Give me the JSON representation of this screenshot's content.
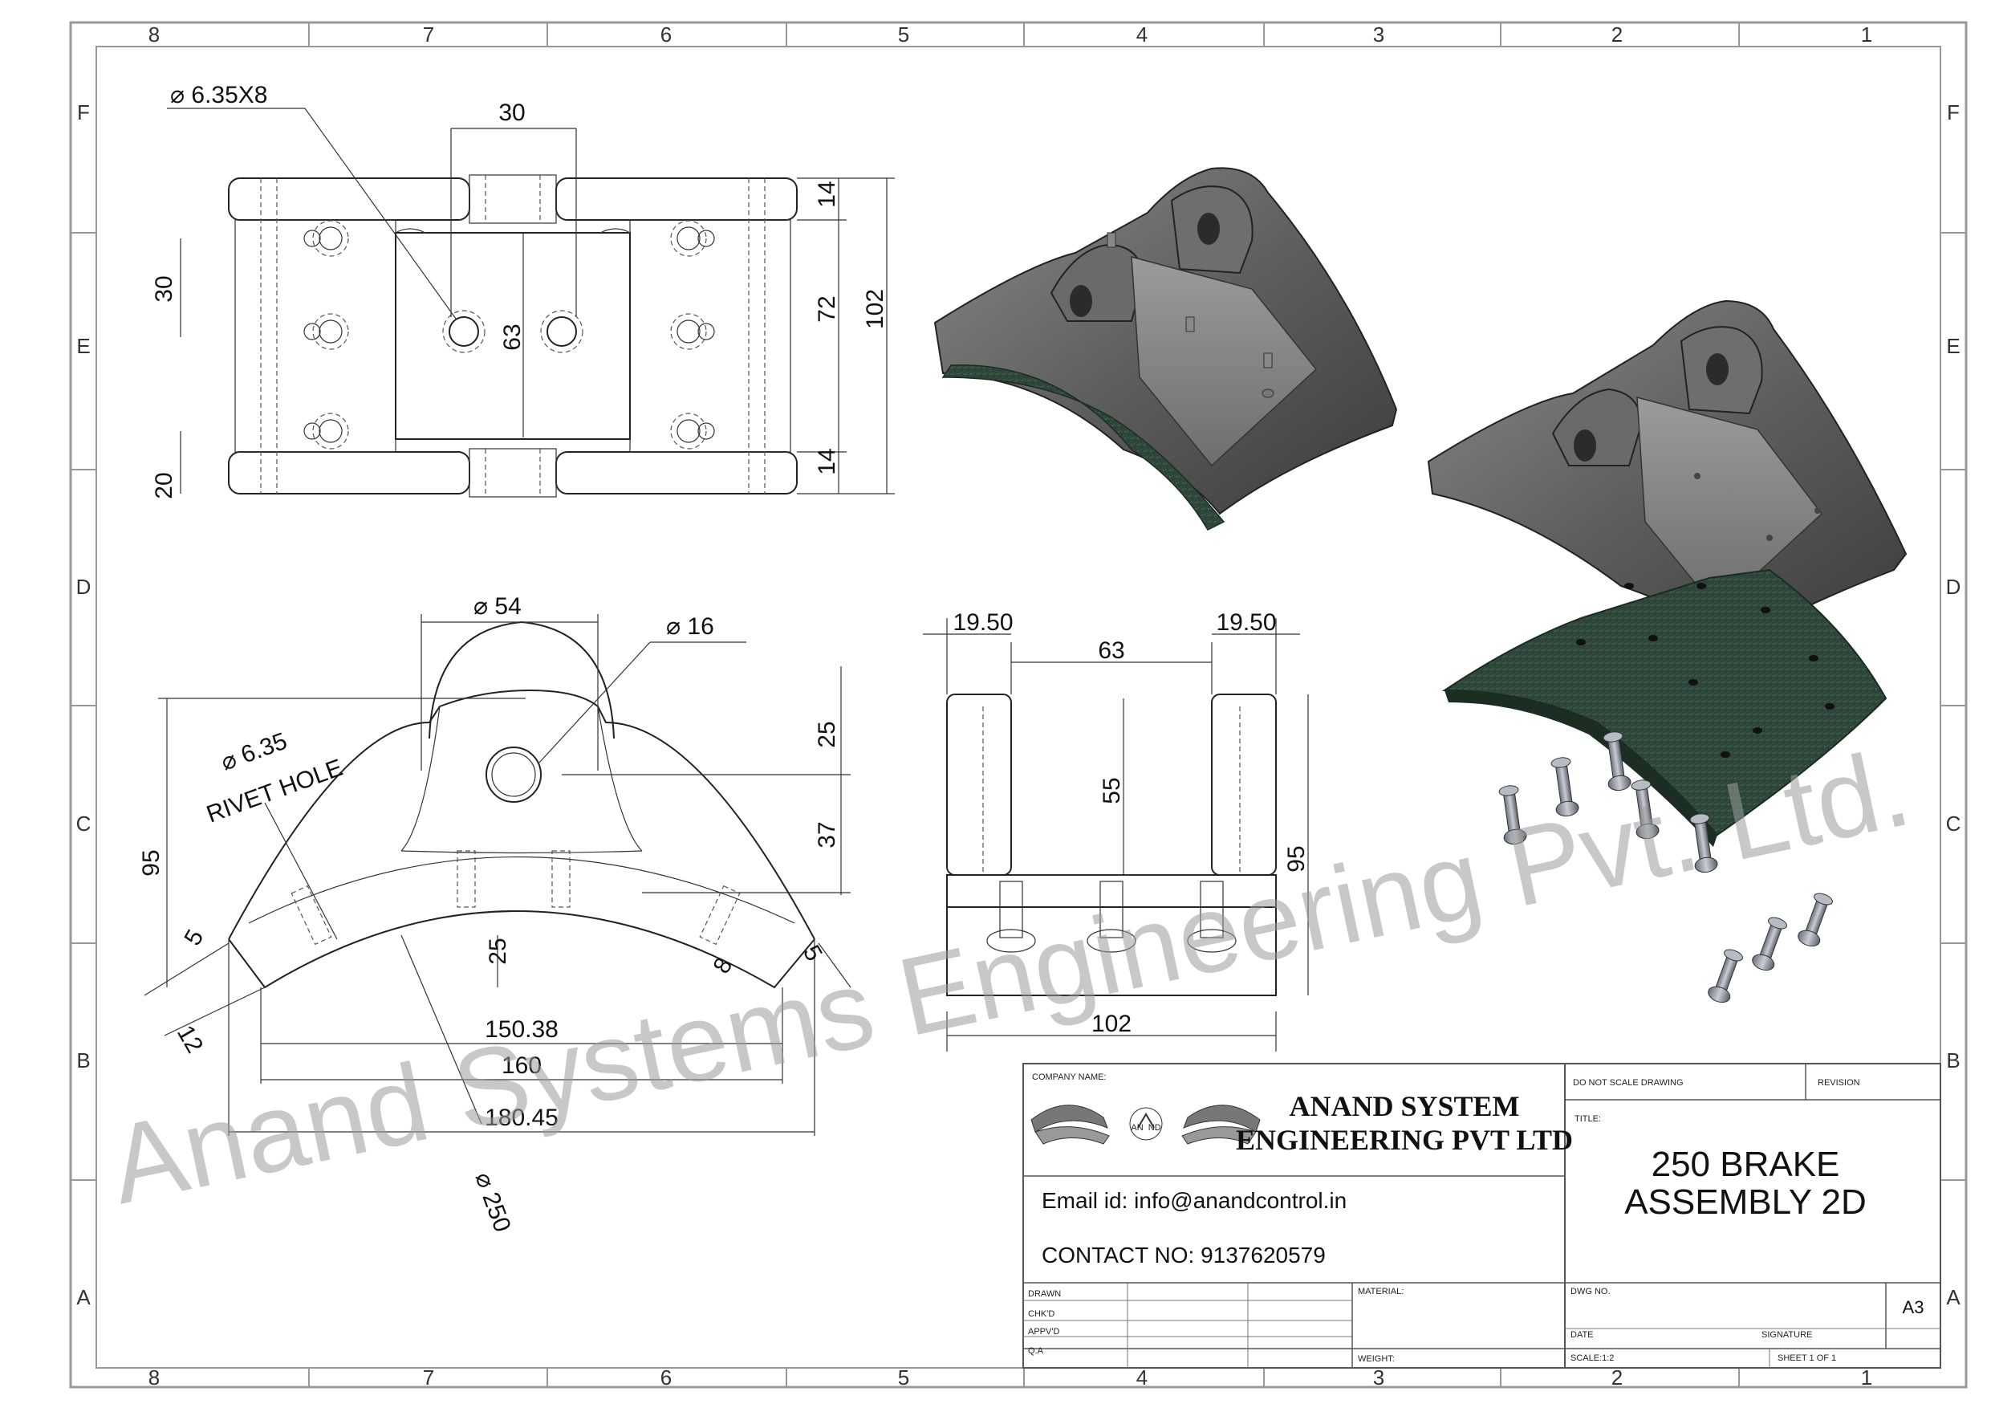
{
  "zones": {
    "columns": [
      "8",
      "7",
      "6",
      "5",
      "4",
      "3",
      "2",
      "1"
    ],
    "rows": [
      "F",
      "E",
      "D",
      "C",
      "B",
      "A"
    ]
  },
  "top_view": {
    "hole_callout": "6.35X8",
    "dims": {
      "slot_width": "30",
      "inner_length": "63",
      "left_30": "30",
      "left_20": "20",
      "right_14_top": "14",
      "right_72": "72",
      "right_14_bottom": "14",
      "overall_102": "102"
    }
  },
  "front_view": {
    "dims": {
      "boss_dia": "54",
      "pin_dia": "16",
      "rivet_dia": "6.35",
      "rivet_label": "RIVET HOLE",
      "height_95": "95",
      "top_25": "25",
      "mid_37": "37",
      "lining_25": "25",
      "end_5_left": "5",
      "end_12": "12",
      "end_8": "8",
      "end_5_right": "5",
      "chord_150": "150.38",
      "chord_160": "160",
      "chord_180": "180.45",
      "radius_250": "250"
    }
  },
  "side_view": {
    "dims": {
      "left_19": "19.50",
      "right_19": "19.50",
      "inner_63": "63",
      "height_55": "55",
      "height_95": "95",
      "width_102": "102"
    }
  },
  "watermark": "Anand Systems Engineering Pvt. Ltd.",
  "title_block": {
    "company_name_label": "COMPANY NAME:",
    "company_line1": "ANAND SYSTEM",
    "company_line2": "ENGINEERING PVT LTD",
    "logo_text": "AN  ND",
    "email": "Email id: info@anandcontrol.in",
    "contact": "CONTACT NO: 9137620579",
    "do_not_scale": "DO NOT SCALE DRAWING",
    "revision": "REVISION",
    "title_label": "TITLE:",
    "title_line1": "250 BRAKE",
    "title_line2": "ASSEMBLY 2D",
    "drawn": "DRAWN",
    "chkd": "CHK'D",
    "appvd": "APPV'D",
    "qa": "Q.A",
    "material": "MATERIAL:",
    "weight": "WEIGHT:",
    "dwg_no": "DWG NO.",
    "size": "A3",
    "date": "DATE",
    "signature": "SIGNATURE",
    "scale": "SCALE:1:2",
    "sheet": "SHEET 1 OF 1"
  },
  "colors": {
    "line": "#222222",
    "shoe_body": "#5a5a5a",
    "shoe_dark": "#3a3a3a",
    "lining": "#2f4a3a",
    "watermark": "#9a9a9a"
  }
}
